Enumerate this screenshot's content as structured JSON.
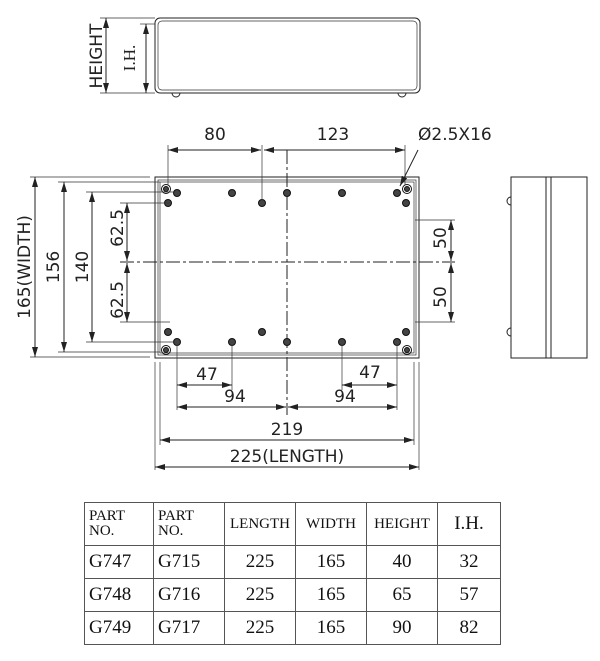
{
  "drawing": {
    "top_view": {
      "height_label": "HEIGHT",
      "ih_label": "I.H."
    },
    "dimensions": {
      "top_left": "80",
      "top_right": "123",
      "hole_spec": "Ø2.5X16",
      "width": "165(WIDTH)",
      "inner_156": "156",
      "inner_140": "140",
      "half_upper": "62.5",
      "half_lower": "62.5",
      "right_upper": "50",
      "right_lower": "50",
      "bottom_47_left": "47",
      "bottom_47_right": "47",
      "bottom_94_left": "94",
      "bottom_94_right": "94",
      "span_219": "219",
      "length": "225(LENGTH)"
    }
  },
  "table": {
    "headers": [
      "PART NO.",
      "PART NO.",
      "LENGTH",
      "WIDTH",
      "HEIGHT",
      "I.H."
    ],
    "rows": [
      [
        "G747",
        "G715",
        "225",
        "165",
        "40",
        "32"
      ],
      [
        "G748",
        "G716",
        "225",
        "165",
        "65",
        "57"
      ],
      [
        "G749",
        "G717",
        "225",
        "165",
        "90",
        "82"
      ]
    ]
  }
}
